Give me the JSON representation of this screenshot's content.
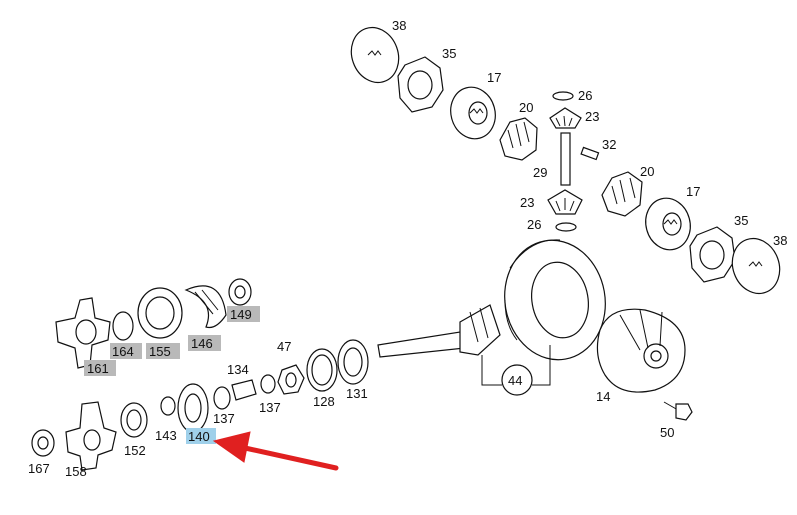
{
  "diagram": {
    "labels": {
      "l38a": "38",
      "l35a": "35",
      "l17a": "17",
      "l26a": "26",
      "l20a": "20",
      "l23a": "23",
      "l32": "32",
      "l29": "29",
      "l20b": "20",
      "l23b": "23",
      "l26b": "26",
      "l17b": "17",
      "l35b": "35",
      "l38b": "38",
      "l47": "47",
      "l44": "44",
      "l14": "14",
      "l50": "50",
      "l134": "134",
      "l137a": "137",
      "l137b": "137",
      "l128": "128",
      "l131": "131",
      "l143": "143",
      "l140": "140",
      "l152": "152",
      "l167": "167",
      "l158": "158",
      "l164": "164",
      "l155": "155",
      "l146": "146",
      "l149": "149",
      "l161": "161"
    },
    "highlight_colors": {
      "grey": "#b9b9b9",
      "blue": "#9fd0ea",
      "arrow": "#e02020"
    }
  }
}
